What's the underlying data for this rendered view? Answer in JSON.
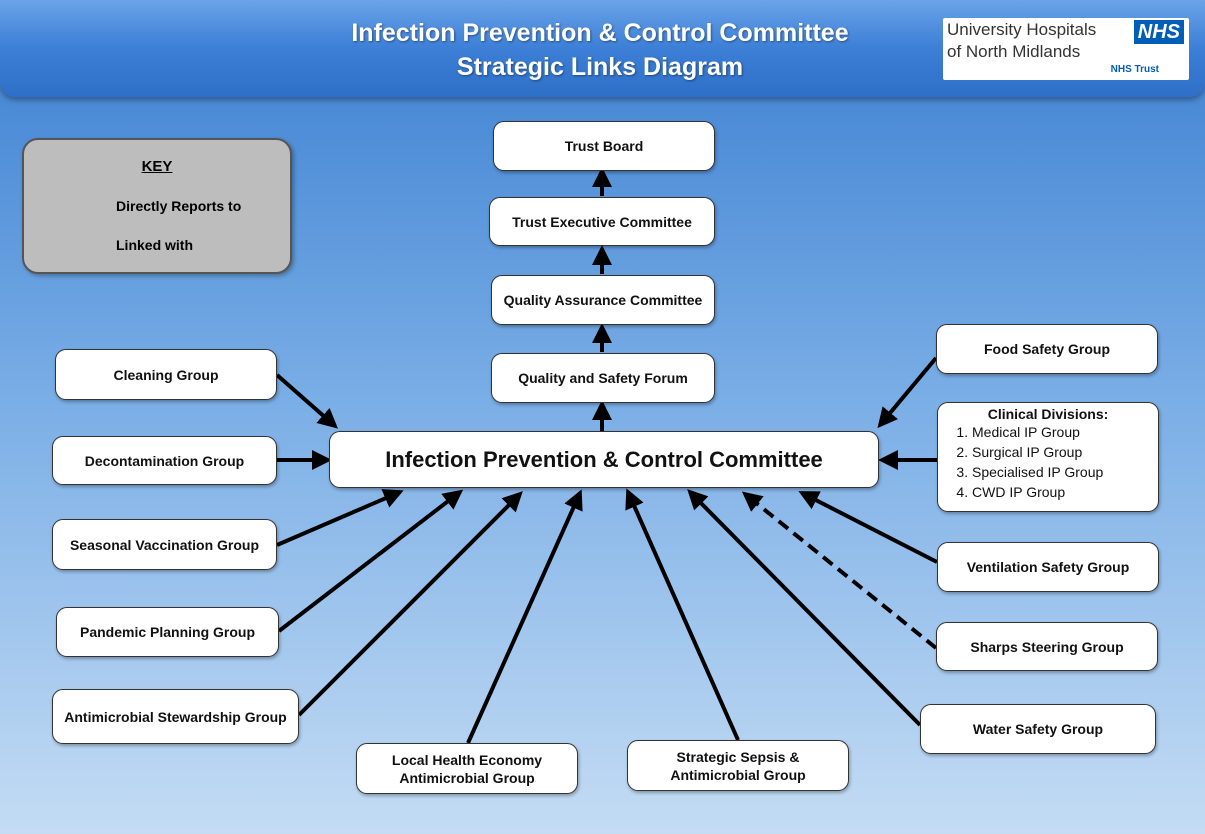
{
  "header": {
    "title_line1": "Infection Prevention & Control Committee",
    "title_line2": "Strategic Links Diagram",
    "logo_org_line1": "University Hospitals",
    "logo_org_line2": "of North Midlands",
    "logo_nhs": "NHS",
    "logo_trust": "NHS Trust"
  },
  "key": {
    "title": "KEY",
    "reports_label": "Directly Reports to",
    "linked_label": "Linked with"
  },
  "chain": {
    "trust_board": "Trust Board",
    "trust_exec": "Trust Executive Committee",
    "quality_assurance": "Quality Assurance Committee",
    "quality_safety": "Quality and Safety Forum"
  },
  "central": "Infection Prevention & Control Committee",
  "left_groups": {
    "cleaning": "Cleaning Group",
    "decontamination": "Decontamination Group",
    "vaccination": "Seasonal Vaccination Group",
    "pandemic": "Pandemic Planning Group",
    "antimicrobial": "Antimicrobial Stewardship Group"
  },
  "bottom_groups": {
    "local_health": "Local Health Economy Antimicrobial Group",
    "sepsis": "Strategic Sepsis & Antimicrobial Group"
  },
  "right_groups": {
    "food": "Food Safety Group",
    "ventilation": "Ventilation Safety Group",
    "sharps": "Sharps Steering Group",
    "water": "Water Safety Group"
  },
  "clinical": {
    "title": "Clinical Divisions:",
    "items": [
      "Medical IP Group",
      "Surgical IP Group",
      "Specialised IP Group",
      "CWD IP Group"
    ]
  }
}
